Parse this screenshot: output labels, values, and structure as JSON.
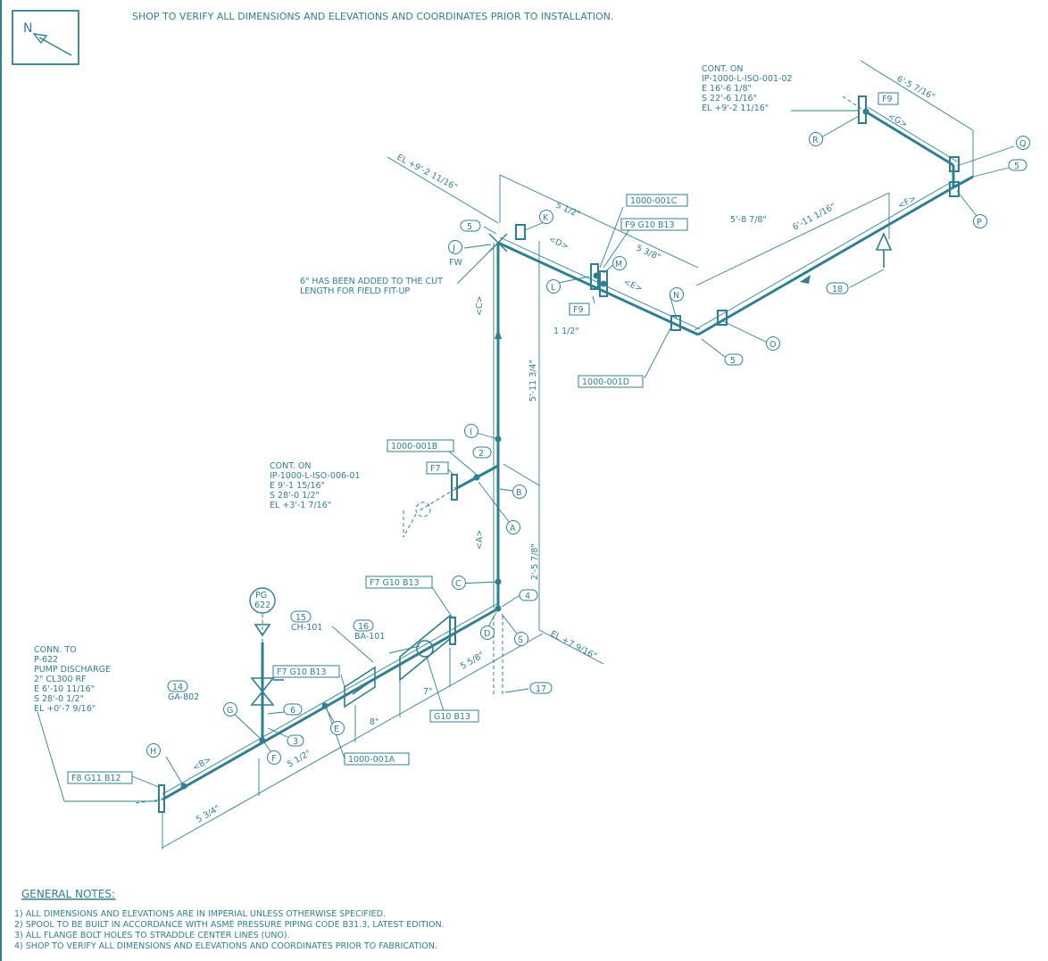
{
  "colors": {
    "ink": "#2f7f92",
    "paper": "#ffffff"
  },
  "header": {
    "north": "N",
    "note": "SHOP TO VERIFY ALL DIMENSIONS AND ELEVATIONS AND COORDINATES PRIOR TO INSTALLATION."
  },
  "blocks": {
    "cont_top": [
      "CONT. ON",
      "IP-1000-L-ISO-001-02",
      "E 16'-6 1/8\"",
      "S 22'-6 1/16\"",
      "EL +9'-2 11/16\""
    ],
    "cont_mid": [
      "CONT. ON",
      "IP-1000-L-ISO-006-01",
      "E 9'-1 15/16\"",
      "S 28'-0 1/2\"",
      "EL +3'-1 7/16\""
    ],
    "conn": [
      "CONN. TO",
      "P-622",
      "PUMP DISCHARGE",
      "2\" CL300 RF",
      "E 6'-10 11/16\"",
      "S 28'-0 1/2\"",
      "EL +0'-7 9/16\""
    ],
    "fit_note": [
      "6\" HAS BEEN ADDED TO THE CUT",
      "LENGTH FOR FIELD FIT-UP"
    ]
  },
  "tags": {
    "spool_a": "1000-001A",
    "spool_b": "1000-001B",
    "spool_c": "1000-001C",
    "spool_d": "1000-001D",
    "f9_g10_b13": "F9 G10 B13",
    "f7_g10_b13_a": "F7 G10 B13",
    "f7_g10_b13_b": "F7 G10 B13",
    "g10_b13": "G10 B13",
    "f8_g11_b12": "F8 G11 B12",
    "f7": "F7",
    "f9_top": "F9",
    "f9_mid": "F9"
  },
  "bubbles": {
    "r": "R",
    "q": "Q",
    "p": "P",
    "k": "K",
    "j": "J",
    "m": "M",
    "l": "L",
    "n": "N",
    "o": "O",
    "i": "I",
    "b": "B",
    "a": "A",
    "c": "C",
    "d": "D",
    "s": "S",
    "e": "E",
    "f": "F",
    "g": "G",
    "h": "H"
  },
  "items": {
    "n5_left": "5",
    "n5_q": "5",
    "n5_bottom": "5",
    "n2": "2",
    "n4": "4",
    "n17": "17",
    "n18": "18",
    "n3": "3",
    "n6": "6",
    "n15": "15",
    "n16": "16",
    "n14": "14"
  },
  "labels": {
    "fw": "FW",
    "pg": "PG",
    "pg_num": "622",
    "ch101": "CH-101",
    "ba101": "BA-101",
    "ga802": "GA-802",
    "el_top": "EL +9'-2 11/16\"",
    "el_bottom": "EL +7 9/16\""
  },
  "dimensions": {
    "d6_5_7_16": "6'-5 7/16\"",
    "d5_1_2_top": "5 1/2\"",
    "d5_3_8": "5 3/8\"",
    "d5_8_7_8": "5'-8 7/8\"",
    "d6_11_1_16": "6'-11 1/16\"",
    "d1_1_2": "1 1/2\"",
    "d5_11_3_4": "5'-11 3/4\"",
    "d2_5_7_8": "2'-5 7/8\"",
    "d5_5_8": "5 5/8\"",
    "d7": "7\"",
    "d8": "8\"",
    "d5_1_2_bot": "5 1/2\"",
    "d5_3_4": "5 3/4\""
  },
  "pipe_marks": {
    "a": "<A>",
    "b": "<B>",
    "c": "<C>",
    "d": "<D>",
    "e": "<E>",
    "f": "<F>",
    "g": "<G>"
  },
  "general_notes": {
    "title": "GENERAL NOTES:",
    "items": [
      "1) ALL DIMENSIONS AND ELEVATIONS ARE IN IMPERIAL UNLESS OTHERWISE SPECIFIED.",
      "2) SPOOL TO BE BUILT IN ACCORDANCE WITH ASME PRESSURE PIPING CODE B31.3, LATEST EDITION.",
      "3) ALL FLANGE BOLT HOLES TO STRADDLE CENTER LINES (UNO).",
      "4) SHOP TO VERIFY ALL DIMENSIONS AND ELEVATIONS AND COORDINATES PRIOR TO FABRICATION."
    ]
  }
}
